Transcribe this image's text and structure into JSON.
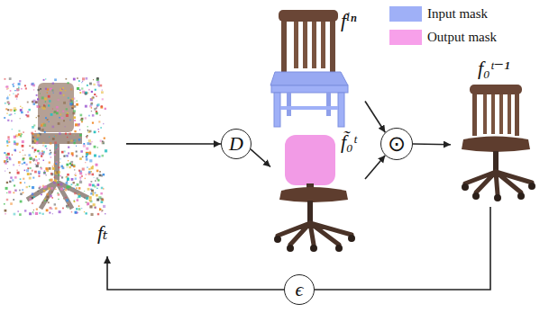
{
  "diagram": {
    "nodes": [
      {
        "text": [
          "fₜ"
        ]
      },
      {
        "text": [
          "D"
        ]
      },
      {
        "text": [
          "fⁱⁿ"
        ]
      },
      {
        "text": [
          "f̃₀ᵗ"
        ]
      },
      {
        "text": [
          "⊙"
        ]
      },
      {
        "text": [
          "f₀ᵗ⁻¹"
        ]
      },
      {
        "text": [
          "ϵ"
        ]
      }
    ],
    "edges": [
      {
        "from": 0,
        "to": 1,
        "arrow": "to"
      },
      {
        "from": 1,
        "to": 3,
        "arrow": "to"
      },
      {
        "from": 2,
        "to": 4,
        "arrow": "to"
      },
      {
        "from": 3,
        "to": 4,
        "arrow": "to"
      },
      {
        "from": 4,
        "to": 5,
        "arrow": "to"
      },
      {
        "from": 5,
        "to": 6,
        "arrow": "none"
      },
      {
        "from": 6,
        "to": 0,
        "arrow": "to"
      }
    ],
    "legend": [
      {
        "text": "Input mask",
        "color": "#9fb0f7"
      },
      {
        "text": "Output mask",
        "color": "#f7a0ea"
      }
    ]
  }
}
